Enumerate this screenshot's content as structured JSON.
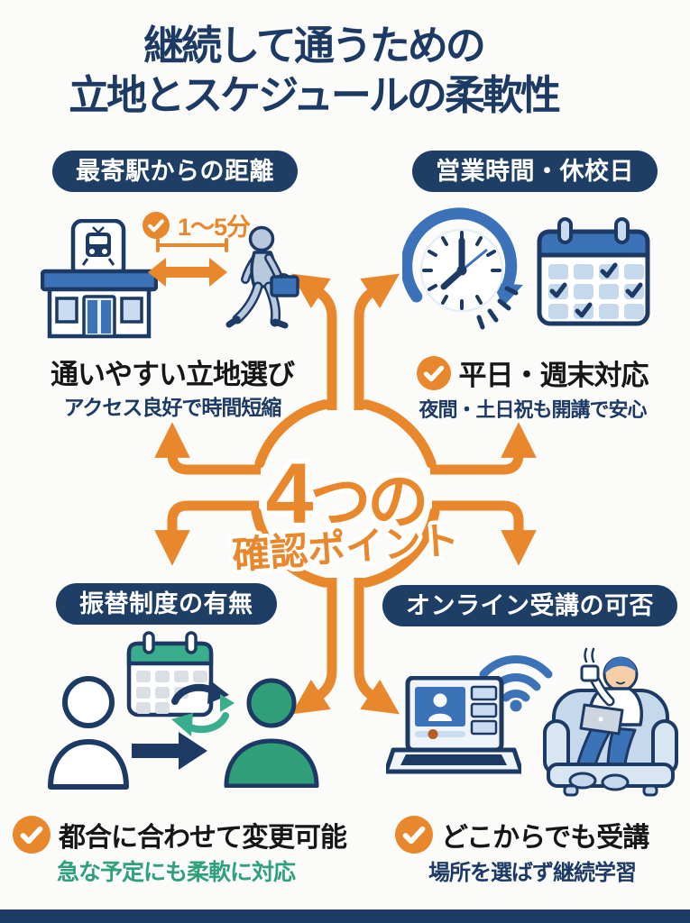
{
  "title": {
    "line1": "継続して通うための",
    "line2": "立地とスケジュールの柔軟性"
  },
  "center": {
    "big": "4",
    "rest": "つの",
    "line2": "確認ポイント"
  },
  "quadrants": {
    "top_left": {
      "badge": "最寄駅からの距離",
      "walk_time": "1〜5分",
      "heading": "通いやすい立地選び",
      "sub": "アクセス良好で時間短縮"
    },
    "top_right": {
      "badge": "営業時間・休校日",
      "heading": "平日・週末対応",
      "sub": "夜間・土日祝も開講で安心"
    },
    "bottom_left": {
      "badge": "振替制度の有無",
      "heading": "都合に合わせて変更可能",
      "sub": "急な予定にも柔軟に対応"
    },
    "bottom_right": {
      "badge": "オンライン受講の可否",
      "heading": "どこからでも受講",
      "sub": "場所を選ばず継続学習"
    }
  },
  "colors": {
    "orange": "#E8872B",
    "navy": "#1D3A64",
    "badge_navy": "#1E3E66",
    "icon_blue": "#3C72B8",
    "light_blue": "#C9DCF0",
    "green": "#2FA07B",
    "background": "#FBFBF9"
  },
  "icons": {
    "check": "orange-circle-white-checkmark",
    "station": "train-station-building",
    "walker": "walking-person-with-briefcase",
    "distance": "double-headed-arrow",
    "clock": "clock-with-rotation-arrow",
    "calendar": "calendar-with-checkmarks",
    "swap": "calendar-swap-recycle-arrows",
    "persons": "person-transfer-to-person",
    "laptop": "laptop-video-lesson",
    "wifi": "wifi-signal",
    "sofa": "person-on-sofa-with-laptop",
    "hub": "four-point-hub-arrows"
  }
}
